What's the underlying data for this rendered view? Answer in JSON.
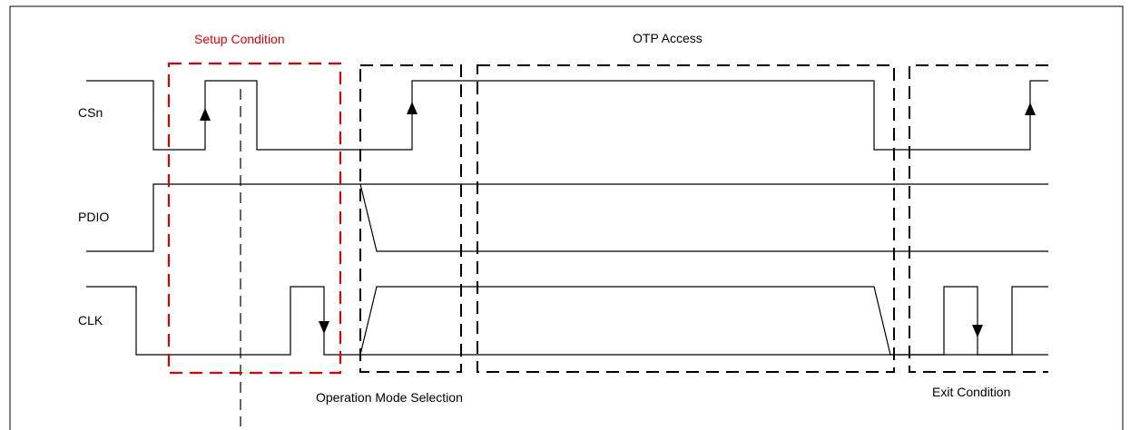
{
  "labels": {
    "setup_condition": "Setup Condition",
    "otp_access": "OTP Access",
    "operation_mode_selection": "Operation Mode Selection",
    "exit_condition": "Exit Condition"
  },
  "signals": {
    "csn": "CSn",
    "pdio": "PDIO",
    "clk": "CLK"
  },
  "colors": {
    "setup_box": "#e00000",
    "line": "#000000",
    "frame": "#000000"
  }
}
